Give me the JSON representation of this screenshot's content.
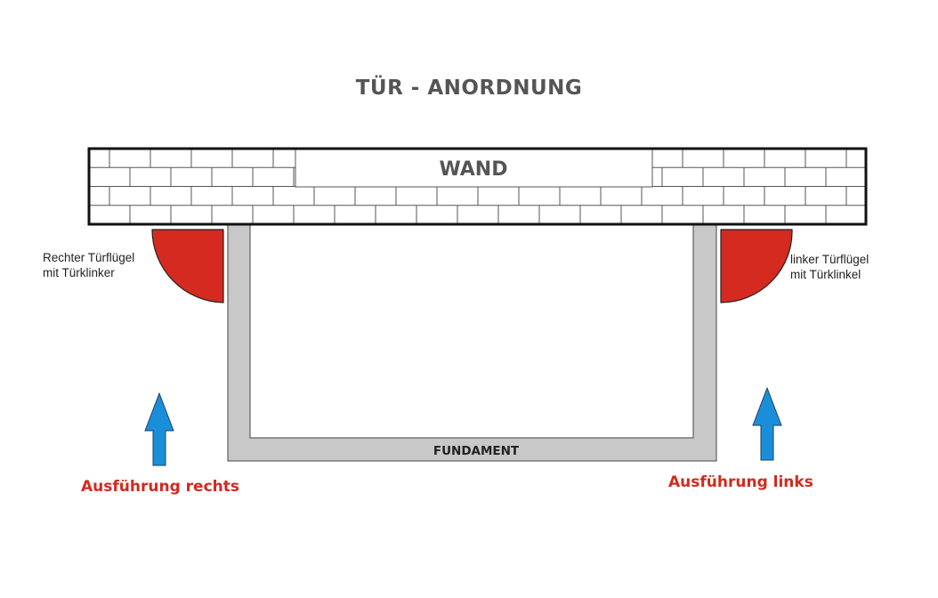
{
  "title": "TÜR - ANORDNUNG",
  "wall_label": "WAND",
  "foundation_label": "FUNDAMENT",
  "door_right": {
    "line1": "Rechter Türflügel",
    "line2": "mit Türklinker",
    "variant": "Ausführung rechts"
  },
  "door_left": {
    "line1": "linker Türflügel",
    "line2": "mit Türklinkel",
    "variant": "Ausführung links"
  },
  "colors": {
    "door": "#d52a1f",
    "arrow": "#1a8fd9",
    "variant_text": "#d12a1e",
    "foundation": "#c8c8c8",
    "wall_outline": "#111111",
    "title": "#555555"
  }
}
